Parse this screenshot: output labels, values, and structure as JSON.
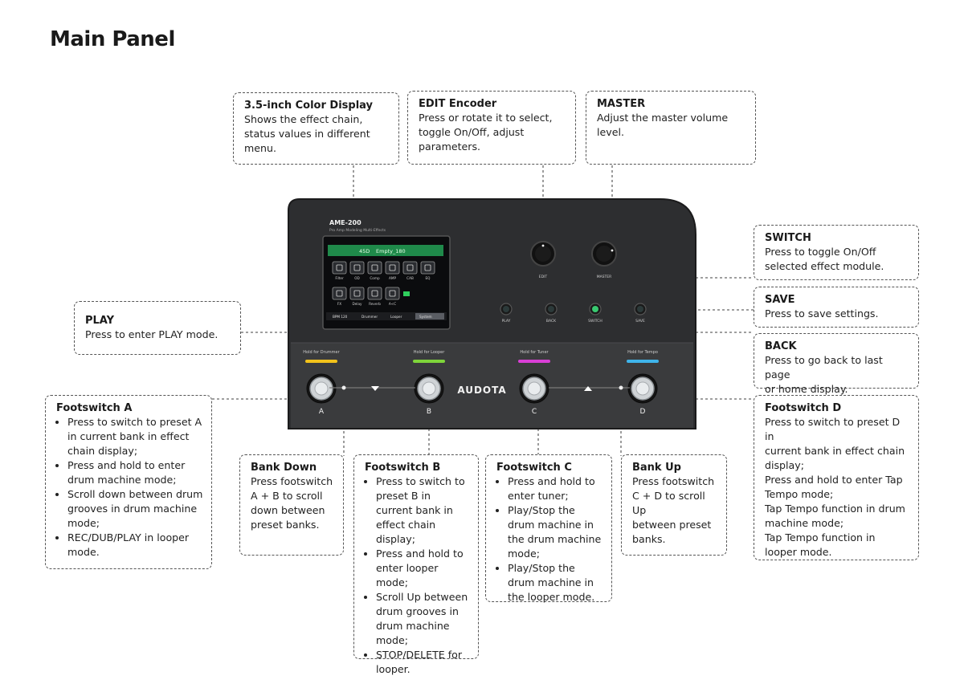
{
  "title": "Main Panel",
  "device": {
    "model": "AME-200",
    "subtitle": "Pro Amp Modeling Multi-Effects",
    "brand": "AUDOTA",
    "screen": {
      "preset": "45D",
      "preset_name": "Empty_180",
      "modules_row1": [
        "Filter",
        "OD",
        "Comp",
        "AMP",
        "CAB",
        "EQ"
      ],
      "modules_row2": [
        "FX",
        "Delay",
        "Reverb",
        "A<C"
      ],
      "status_bar": [
        "BPM 120",
        "Drummer",
        "Looper",
        "System"
      ]
    },
    "knobs": [
      "EDIT",
      "MASTER"
    ],
    "buttons": [
      "PLAY",
      "BACK",
      "SWITCH",
      "SAVE"
    ],
    "footswitch_labels": [
      "Hold for Drummer",
      "Hold for Looper",
      "Hold for Tuner",
      "Hold for Tempo"
    ],
    "footswitches": [
      "A",
      "B",
      "C",
      "D"
    ],
    "led_colors": [
      "#f2c21b",
      "#7ed43a",
      "#d93fd6",
      "#3fb4ea"
    ]
  },
  "callouts": {
    "display": {
      "title": "3.5-inch Color Display",
      "lines": [
        "Shows the effect chain,",
        "status values in different",
        "menu."
      ]
    },
    "edit": {
      "title": "EDIT Encoder",
      "lines": [
        "Press or rotate it to select,",
        "toggle On/Off, adjust",
        "parameters."
      ]
    },
    "master": {
      "title": "MASTER",
      "lines": [
        "Adjust the master volume",
        "level."
      ]
    },
    "switch": {
      "title": "SWITCH",
      "lines": [
        "Press to toggle On/Off",
        "selected effect module."
      ]
    },
    "save": {
      "title": "SAVE",
      "lines": [
        "Press to save settings."
      ]
    },
    "play": {
      "title": "PLAY",
      "lines": [
        "Press to enter PLAY mode."
      ]
    },
    "back": {
      "title": "BACK",
      "lines": [
        "Press to go back to last page",
        "or home display."
      ]
    },
    "fsa": {
      "title": "Footswitch A",
      "items": [
        "Press to switch to preset A in current bank in effect chain display;",
        "Press and hold to enter drum machine mode;",
        "Scroll down between drum grooves in drum machine mode;",
        "REC/DUB/PLAY in looper mode."
      ]
    },
    "bankdown": {
      "title": "Bank Down",
      "lines": [
        "Press footswitch",
        "A + B to scroll",
        "down between",
        "preset banks."
      ]
    },
    "fsb": {
      "title": "Footswitch B",
      "items": [
        "Press to switch to preset B in current bank in effect chain display;",
        "Press and hold to enter looper mode;",
        "Scroll Up between drum grooves in drum machine mode;",
        "STOP/DELETE for looper."
      ]
    },
    "fsc": {
      "title": "Footswitch C",
      "items": [
        "Press and hold to enter tuner;",
        "Play/Stop the drum machine in the drum machine mode;",
        "Play/Stop the drum machine in the looper mode."
      ]
    },
    "bankup": {
      "title": "Bank Up",
      "lines": [
        "Press footswitch",
        "C + D to scroll Up",
        "between preset",
        "banks."
      ]
    },
    "fsd": {
      "title": "Footswitch D",
      "lines": [
        "Press to switch to preset D in",
        "current bank in effect chain",
        "display;",
        "Press and hold to enter Tap",
        "Tempo mode;",
        "Tap Tempo function in drum",
        "machine mode;",
        "Tap Tempo function in",
        "looper mode."
      ]
    }
  }
}
